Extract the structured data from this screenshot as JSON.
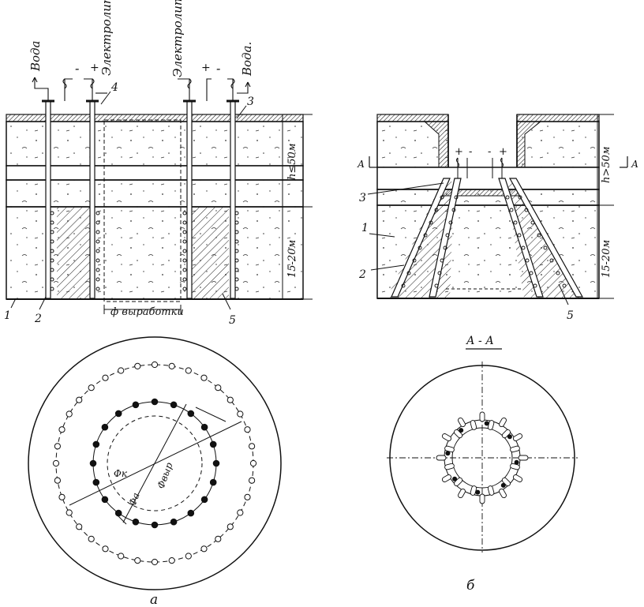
{
  "left_section": {
    "label_water_left": "Вода",
    "label_electrolyte_left": "Электролит",
    "label_electrolyte_right": "Электролит",
    "label_water_right": "Вода.",
    "sign_minus": "-",
    "sign_plus": "+",
    "marker_1": "1",
    "marker_2": "2",
    "marker_3": "3",
    "marker_4": "4",
    "marker_5": "5",
    "dim_top": "h≤50м",
    "dim_bottom": "15-20м",
    "workings_label": "ф выработки"
  },
  "right_section": {
    "marker_1": "1",
    "marker_2": "2",
    "marker_3": "3",
    "marker_5": "5",
    "dim_top": "h>50м",
    "dim_bottom": "15-20м",
    "section_mark": "А"
  },
  "plan_a": {
    "diam_k": "Φк",
    "diam_a": "Φа",
    "diam_vyr": "Φвыр",
    "caption": "а"
  },
  "plan_b": {
    "section_title": "А - А",
    "caption": "б"
  }
}
